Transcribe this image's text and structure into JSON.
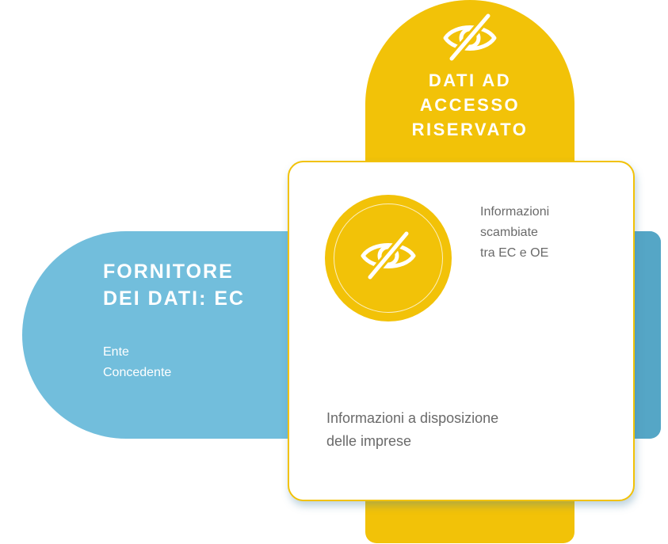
{
  "provider": {
    "title_line1": "FORNITORE",
    "title_line2": "DEI DATI: EC",
    "subtitle_line1": "Ente",
    "subtitle_line2": "Concedente",
    "color": "#72bedc"
  },
  "restricted": {
    "title_line1": "DATI AD",
    "title_line2": "ACCESSO",
    "title_line3": "RISERVATO",
    "icon": "eye-slash-icon",
    "color": "#f2c208"
  },
  "card": {
    "icon": "eye-slash-icon",
    "text_top_line1": "Informazioni",
    "text_top_line2": "scambiate",
    "text_top_line3": "tra EC e OE",
    "text_bottom_line1": "Informazioni a disposizione",
    "text_bottom_line2": "delle imprese"
  }
}
